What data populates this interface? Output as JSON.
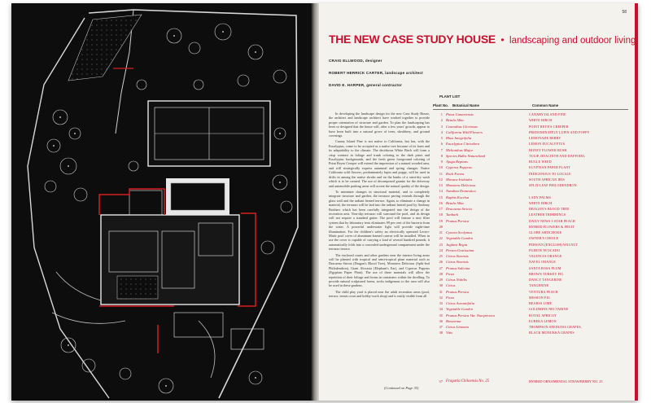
{
  "page_number": "58",
  "title_main": "THE NEW CASE STUDY HOUSE",
  "title_bullet": "•",
  "title_sub": "landscaping and outdoor living",
  "credits": [
    "CRAIG ELLWOOD, designer",
    "ROBERT HERRICK CARTER, landscape architect",
    "DAVID E. HARPER, general contractor"
  ],
  "body_paragraphs": [
    "In developing the landscape design for the new Case Study House, the architect and landscape architect have worked together to provide proper orientation of structure and garden. To plan the landscaping has been so designed that the house will, after a few years' growth, appear to have been built into a natural grove of trees, shrubbery, and ground coverings.",
    "Canary Island Pine is not native to California, but has, with the Eucalyptus, come to be accepted as a native tree because of its form and its adaptability to the climate. The deciduous White Birch will form a crisp contrast in foliage and trunk coloring to the dark pines and Eucalyptus backgrounds, and the fresh green foreground coloring of Point Reyes Creeper will extend the impression of a natural wooded area, and will strategically express autumnal and spring changes. Native California wild flowers, predominately lupin and poppy, will be used in drifts in among the native shrubs and on the banks of a semi-dry wash which is to be created. The use of decomposed granite for the driveway and automobile parking areas will accent the natural quality of the design.",
    "To minimize changes in structural material, and to completely integrate structure and garden, the terrazzo paving extends through the glass wall and the radiant heated terrace. Again, to eliminate a change in material, the terrazzo will be laid into the radiant heated pool by Anthony Brothers which has been carefully integrated into the design of the recreation area. Non-slip terrazzo will surround the pool, and its design will not require a standard gutter. The pool will feature a new filter system that by laboratory tests eliminates 99 per cent of the bacteria from the water. A powerful underwater light will provide night-time illumination. For the children's safety an electrically operated Lectro-Matic pool cover of aluminum-framed canvas will be installed. When in use the cover is capable of carrying a load of several hundred pounds; it automatically folds into a concealed underground compartment under the terrazzo terrace.",
    "The enclosed courts and other gardens near the interior living areas will be planted with tropical and semi-tropical plant material such as Dracaena Stricta (Dragon's Blood Tree), Monstera Deliciosa (Split-leaf Philodendron), Giant Alocasia (Elephant's Ear), and Cyperus Papyrus (Egyptian Paper Plant). The use of these materials will allow the repetition of their foliage and forms in containers within the dwelling. To provide natural sculptured forms, rocks indigenous to the area will also be used in these gardens.",
    "The child play yard is placed near the adult recreation areas (pool, terrace, tennis court and hobby-work shop) and is easily visible from all"
  ],
  "continued_note": "(Continued on Page 35)",
  "plant_list": {
    "heading": "PLANT LIST",
    "col_no": "Plant No.",
    "col_botanical": "Botanical Name",
    "col_common": "Common Name",
    "rows": [
      {
        "no": "1",
        "botanical": "Pinus Canariensis",
        "common": "CANARY ISLAND PINE"
      },
      {
        "no": "2",
        "botanical": "Betula Alba",
        "common": "WHITE BIRCH"
      },
      {
        "no": "3",
        "botanical": "Ceanothus Gloriosus",
        "common": "POINT REYE'S CREEPER"
      },
      {
        "no": "4",
        "botanical": "California Wild Flowers",
        "common": "PREDOMINATELY LUPIN AND POPPY"
      },
      {
        "no": "5",
        "botanical": "Rhus Integrifolia",
        "common": "LEMONADE BERRY"
      },
      {
        "no": "6",
        "botanical": "Eucalyptus Citriodora",
        "common": "LEMON EUCALYPTUS"
      },
      {
        "no": "7",
        "botanical": "Melianthus Major",
        "common": "HONEY FLOWER BUSH"
      },
      {
        "no": "8",
        "botanical": "Species Bulbs Naturalized",
        "common": "TULIP, HYACINTH AND DAFFODIL"
      },
      {
        "no": "9",
        "botanical": "Ajuga Reptans",
        "common": "BUGLE WEED"
      },
      {
        "no": "10",
        "botanical": "Cyperus Papyrus",
        "common": "EGYPTIAN PAPER PLANT"
      },
      {
        "no": "11",
        "botanical": "Rock Forms",
        "common": "INDIGENOUS TO LOCALE"
      },
      {
        "no": "12",
        "botanical": "Moraea Iridoides",
        "common": "SOUTH AFRICAN IRIS"
      },
      {
        "no": "13",
        "botanical": "Monstera Deliciosa",
        "common": "SPLIT-LEAF PHILODENDRON"
      },
      {
        "no": "14",
        "botanical": "Nandina Domestica",
        "common": ""
      },
      {
        "no": "15",
        "botanical": "Raphis Excelsa",
        "common": "LADY PALMS"
      },
      {
        "no": "16",
        "botanical": "Betula Alba",
        "common": "WHITE BIRCH"
      },
      {
        "no": "17",
        "botanical": "Dracaena Stricta",
        "common": "DRAGON'S BLOOD TREE"
      },
      {
        "no": "18",
        "botanical": "Tanbark",
        "common": "LEATHER TRIMMINGS"
      },
      {
        "no": "19",
        "botanical": "Prunus Persica",
        "common": "DAILY NEWS 3 STAR PEACH"
      },
      {
        "no": "20",
        "botanical": "",
        "common": "HYBRID FLOWERS & FRUIT"
      },
      {
        "no": "21",
        "botanical": "Cynara Scolymus",
        "common": "GLOBE ARTICHOKE"
      },
      {
        "no": "22",
        "botanical": "Vegetable Garden",
        "common": "OWNER'S CHOICE"
      },
      {
        "no": "23",
        "botanical": "Juglans Regia",
        "common": "PERSIAN (ENGLISH) WALNUT"
      },
      {
        "no": "24",
        "botanical": "Persea Gratissima",
        "common": "FUERTE AVOCADO"
      },
      {
        "no": "25",
        "botanical": "Citrus Sinensis",
        "common": "VALENCIA ORANGE"
      },
      {
        "no": "26",
        "botanical": "Citrus Sinensis",
        "common": "NAVEL ORANGE"
      },
      {
        "no": "27",
        "botanical": "Prunus Salicina",
        "common": "SANTA ROSA PLUM"
      },
      {
        "no": "28",
        "botanical": "Ficus",
        "common": "BROWN TURKEY FIG"
      },
      {
        "no": "29",
        "botanical": "Citrus Nobilis",
        "common": "DANCY TANGERINE"
      },
      {
        "no": "30",
        "botanical": "Citrus",
        "common": "TANGERINE"
      },
      {
        "no": "31",
        "botanical": "Prunus Persica",
        "common": "VENTURA PEACH"
      },
      {
        "no": "32",
        "botanical": "Ficus",
        "common": "MISSION FIG"
      },
      {
        "no": "33",
        "botanical": "Citrus Aurantifolia",
        "common": "BEARSS LIME"
      },
      {
        "no": "34",
        "botanical": "Vegetable Garden",
        "common": "GOLDMINE NECTARINE"
      },
      {
        "no": "35",
        "botanical": "Prunus Persica Var. Nucipersica",
        "common": "ROYAL APRICOT"
      },
      {
        "no": "36",
        "botanical": "Bossorma",
        "common": "EUREKA LEMON"
      },
      {
        "no": "37",
        "botanical": "Citrus Limonia",
        "common": "THOMPSON SEEDLESS GRAPES,"
      },
      {
        "no": "38",
        "botanical": "Vitis",
        "common": "BLACK MONUKKA GRAPES"
      }
    ],
    "last_row": {
      "no": "37",
      "botanical": "Fragaria Chiloensis No. 25",
      "common": "HYBRID ORNAMENTAL STRAWBERRY NO. 25"
    }
  }
}
